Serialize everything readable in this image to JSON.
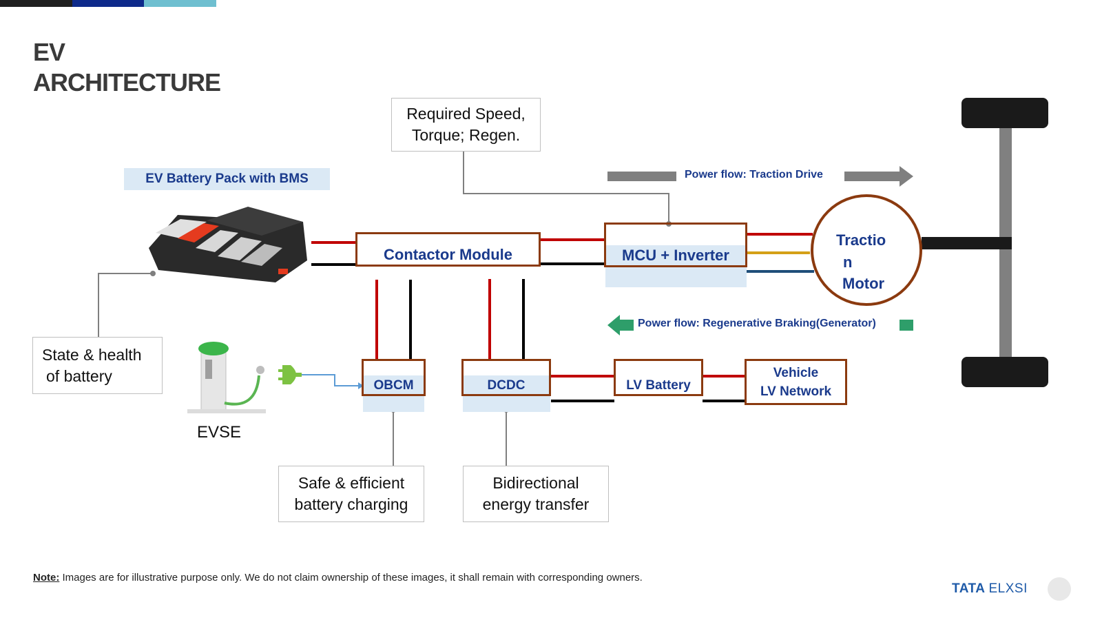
{
  "title_line1": "EV",
  "title_line2": "ARCHITECTURE",
  "battery_label": "EV Battery Pack with BMS",
  "callouts": {
    "speed_line1": "Required Speed,",
    "speed_line2": "Torque; Regen.",
    "state_line1": "State & health",
    "state_line2": "of battery",
    "charging_line1": "Safe & efficient",
    "charging_line2": "battery charging",
    "energy_line1": "Bidirectional",
    "energy_line2": "energy transfer"
  },
  "modules": {
    "contactor": "Contactor Module",
    "mcu": "MCU + Inverter",
    "motor_line1": "Tractio",
    "motor_line2": "n",
    "motor_line3": "Motor",
    "obcm": "OBCM",
    "dcdc": "DCDC",
    "lv_battery": "LV Battery",
    "vehicle_line1": "Vehicle",
    "vehicle_line2": "LV Network"
  },
  "evse_label": "EVSE",
  "power_flow_traction": "Power flow: Traction Drive",
  "power_flow_regen": "Power flow: Regenerative Braking(Generator)",
  "note_prefix": "Note:",
  "note_text": " Images are for illustrative purpose only. We do not claim ownership of these images, it shall remain with corresponding owners.",
  "logo_tata": "TATA",
  "logo_elxsi": "ELXSI",
  "colors": {
    "module_border": "#8B3A0F",
    "text_blue": "#1a3a8c",
    "wire_red": "#c00000",
    "wire_black": "#000000",
    "wire_yellow": "#d4a017",
    "wire_blue": "#1f4e79",
    "arrow_gray": "#7f7f7f",
    "arrow_green": "#2e9e6a"
  }
}
